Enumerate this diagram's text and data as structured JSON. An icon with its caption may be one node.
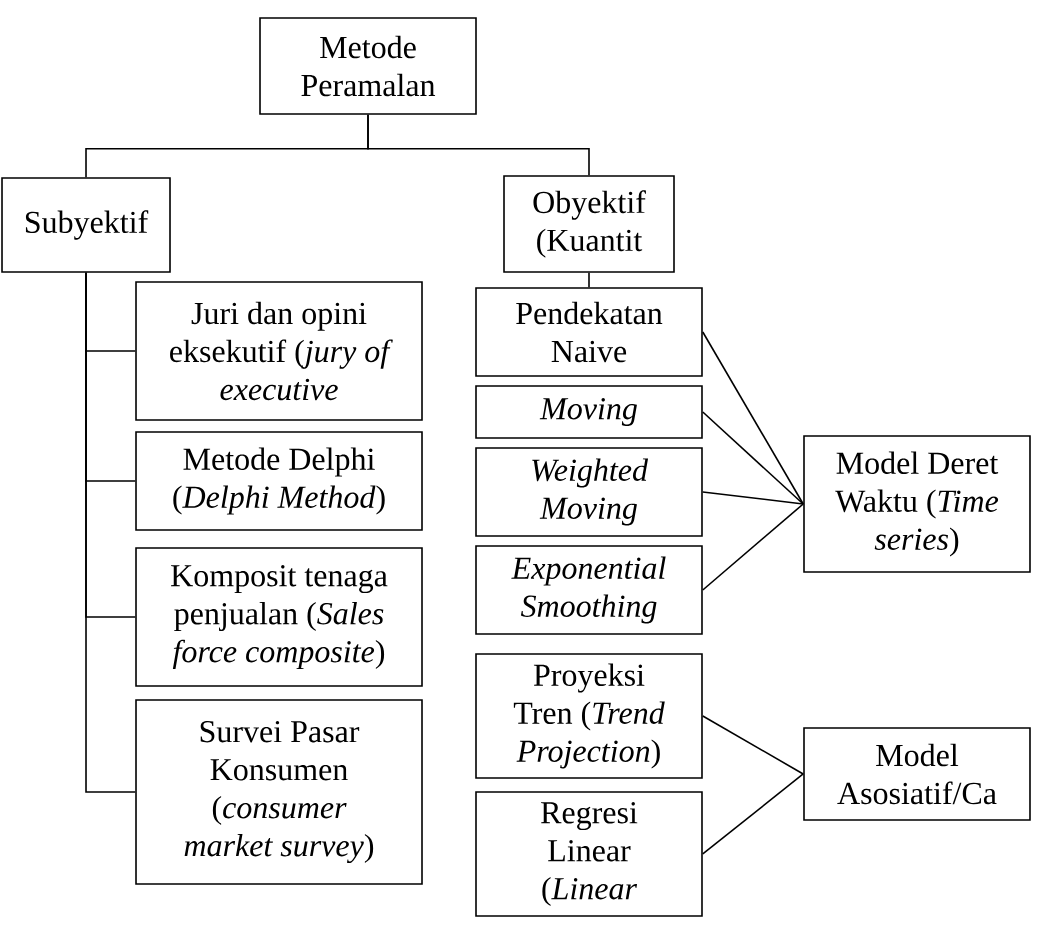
{
  "diagram": {
    "nodes": [
      {
        "text": [
          "Metode Peramalan"
        ]
      },
      {
        "text": [
          "Subyektif"
        ]
      },
      {
        "text": [
          "Obyektif (Kuantit"
        ]
      },
      {
        "text": [
          "Juri dan opini eksekutif (*jury of executive*"
        ]
      },
      {
        "text": [
          "Metode Delphi (*Delphi Method*)"
        ]
      },
      {
        "text": [
          "Komposit tenaga penjualan (*Sales force composite*)"
        ]
      },
      {
        "text": [
          "Survei Pasar Konsumen (*consumer market survey*)"
        ]
      },
      {
        "text": [
          "Pendekatan Naive"
        ]
      },
      {
        "text": [
          "Moving"
        ]
      },
      {
        "text": [
          "Weighted Moving"
        ]
      },
      {
        "text": [
          "Exponential Smoothing"
        ]
      },
      {
        "text": [
          "Model Deret Waktu (*Time series*)"
        ]
      },
      {
        "text": [
          "Proyeksi Tren (*Trend Projection*)"
        ]
      },
      {
        "text": [
          "Regresi Linear (*Linear*"
        ]
      },
      {
        "text": [
          "Model Asosiatif/Ca"
        ]
      }
    ],
    "edges": [
      {
        "from": 0,
        "to": 1,
        "arrow": "none"
      },
      {
        "from": 0,
        "to": 2,
        "arrow": "none"
      },
      {
        "from": 1,
        "to": 3,
        "arrow": "none"
      },
      {
        "from": 1,
        "to": 4,
        "arrow": "none"
      },
      {
        "from": 1,
        "to": 5,
        "arrow": "none"
      },
      {
        "from": 1,
        "to": 6,
        "arrow": "none"
      },
      {
        "from": 2,
        "to": 7,
        "arrow": "none"
      },
      {
        "from": 7,
        "to": 11,
        "arrow": "none"
      },
      {
        "from": 8,
        "to": 11,
        "arrow": "none"
      },
      {
        "from": 9,
        "to": 11,
        "arrow": "none"
      },
      {
        "from": 10,
        "to": 11,
        "arrow": "none"
      },
      {
        "from": 12,
        "to": 14,
        "arrow": "none"
      },
      {
        "from": 13,
        "to": 14,
        "arrow": "none"
      }
    ]
  }
}
